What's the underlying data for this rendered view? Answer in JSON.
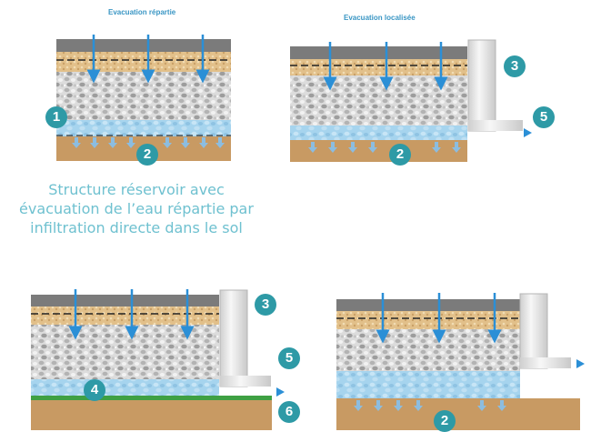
{
  "titles": {
    "distributed": "Evacuation répartie",
    "localized": "Evacuation localisée"
  },
  "caption": {
    "line1": "Structure réservoir avec",
    "line2": "évacuation de l’eau répartie par",
    "line3": "infiltration directe dans le sol"
  },
  "badges": {
    "d1_n1": "1",
    "d1_n2": "2",
    "d2_n3": "3",
    "d2_n5": "5",
    "d2_n2": "2",
    "d3_n3": "3",
    "d3_n5": "5",
    "d3_n4": "4",
    "d3_n6": "6",
    "d4_n2": "2"
  },
  "colors": {
    "asphalt": "#7b7b7b",
    "bedding": "#e4c48f",
    "gravel": "#d6d6d6",
    "water": "#a9d6ef",
    "soil": "#c89a63",
    "geomembrane": "#3fa043",
    "wall": "#e6e6e6",
    "arrow": "#2b8fd6",
    "badge": "#2e9aa6",
    "caption": "#6fc1d0"
  }
}
